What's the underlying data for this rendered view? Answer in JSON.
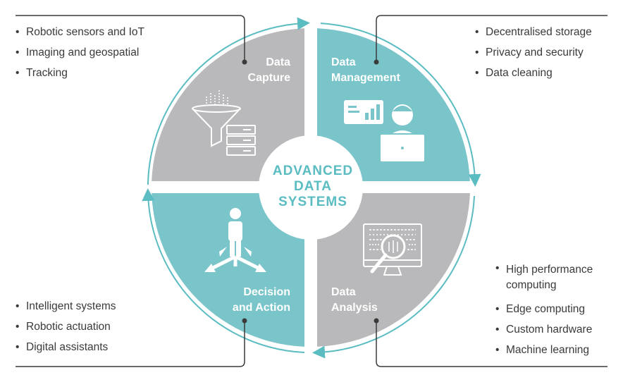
{
  "center_title": [
    "ADVANCED",
    "DATA",
    "SYSTEMS"
  ],
  "quadrants": {
    "capture": {
      "label": [
        "Data",
        "Capture"
      ],
      "icon": "funnel-server-icon",
      "color": "#b9b9bb"
    },
    "management": {
      "label": [
        "Data",
        "Management"
      ],
      "icon": "person-laptop-chart-icon",
      "color": "#79c5ca"
    },
    "analysis": {
      "label": [
        "Data",
        "Analysis"
      ],
      "icon": "monitor-magnifier-icon",
      "color": "#b9b9bb"
    },
    "decision": {
      "label": [
        "Decision",
        "and Action"
      ],
      "icon": "person-crossroads-icon",
      "color": "#79c5ca"
    }
  },
  "lists": {
    "top_left": [
      "Robotic sensors and IoT",
      "Imaging and geospatial",
      "Tracking"
    ],
    "top_right": [
      "Decentralised storage",
      "Privacy and security",
      "Data cleaning"
    ],
    "bottom_left": [
      "Intelligent systems",
      "Robotic actuation",
      "Digital assistants"
    ],
    "bottom_right": [
      "High performance computing",
      "Edge computing",
      "Custom hardware",
      "Machine learning"
    ]
  },
  "colors": {
    "teal": "#79c5ca",
    "gray": "#b9b9bb",
    "accent_text": "#5bbcc2",
    "ring": "#5bbcc2",
    "connector": "#3a3a3a"
  }
}
